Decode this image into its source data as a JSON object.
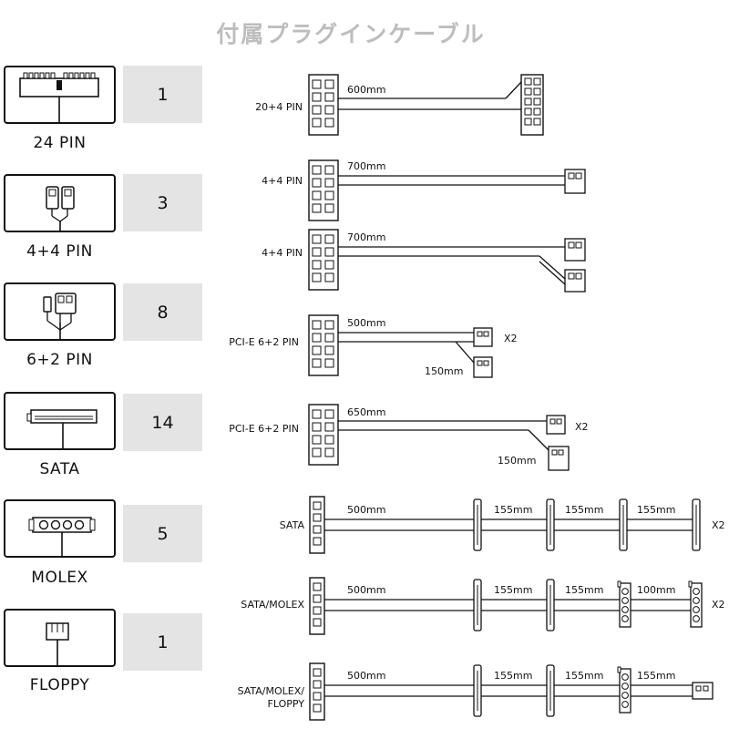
{
  "title": "付属プラグインケーブル",
  "connectors": [
    {
      "label": "24 PIN",
      "count": "1",
      "icon": "atx-24pin-connector-icon"
    },
    {
      "label": "4+4 PIN",
      "count": "3",
      "icon": "cpu-4plus4-connector-icon"
    },
    {
      "label": "6+2 PIN",
      "count": "8",
      "icon": "pcie-6plus2-connector-icon"
    },
    {
      "label": "SATA",
      "count": "14",
      "icon": "sata-connector-icon"
    },
    {
      "label": "MOLEX",
      "count": "5",
      "icon": "molex-connector-icon"
    },
    {
      "label": "FLOPPY",
      "count": "1",
      "icon": "floppy-connector-icon"
    }
  ],
  "cables": [
    {
      "label": "20+4 PIN",
      "length": "600mm"
    },
    {
      "label": "4+4 PIN",
      "length": "700mm"
    },
    {
      "label": "4+4 PIN",
      "length": "700mm"
    },
    {
      "label": "PCI-E 6+2 PIN",
      "length": "500mm",
      "branch_length": "150mm",
      "multiplier": "X2"
    },
    {
      "label": "PCI-E 6+2 PIN",
      "length": "650mm",
      "branch_length": "150mm",
      "multiplier": "X2"
    },
    {
      "label": "SATA",
      "segments": [
        "500mm",
        "155mm",
        "155mm",
        "155mm"
      ],
      "multiplier": "X2"
    },
    {
      "label": "SATA/MOLEX",
      "segments": [
        "500mm",
        "155mm",
        "155mm",
        "100mm"
      ],
      "multiplier": "X2"
    },
    {
      "label_lines": [
        "SATA/MOLEX/",
        "FLOPPY"
      ],
      "segments": [
        "500mm",
        "155mm",
        "155mm",
        "155mm"
      ]
    }
  ]
}
